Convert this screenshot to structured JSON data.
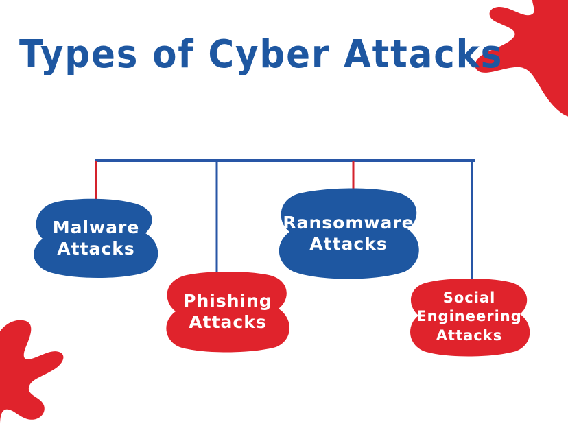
{
  "title": "Types of Cyber Attacks",
  "colors": {
    "blue": "#1e57a1",
    "red": "#e0232c",
    "line_blue": "#2856a6",
    "line_red": "#d4222c",
    "background": "#ffffff"
  },
  "nodes": [
    {
      "id": "malware",
      "line1": "Malware",
      "line2": "Attacks",
      "line3": "",
      "color": "blue"
    },
    {
      "id": "phishing",
      "line1": "Phishing",
      "line2": "Attacks",
      "line3": "",
      "color": "red"
    },
    {
      "id": "ransomware",
      "line1": "Ransomware",
      "line2": "Attacks",
      "line3": "",
      "color": "blue"
    },
    {
      "id": "social-engineering",
      "line1": "Social",
      "line2": "Engineering",
      "line3": "Attacks",
      "color": "red"
    }
  ],
  "decorations": [
    {
      "name": "leaf-decoration-top-right-icon",
      "color": "red"
    },
    {
      "name": "leaf-decoration-bottom-left-icon",
      "color": "red"
    }
  ]
}
